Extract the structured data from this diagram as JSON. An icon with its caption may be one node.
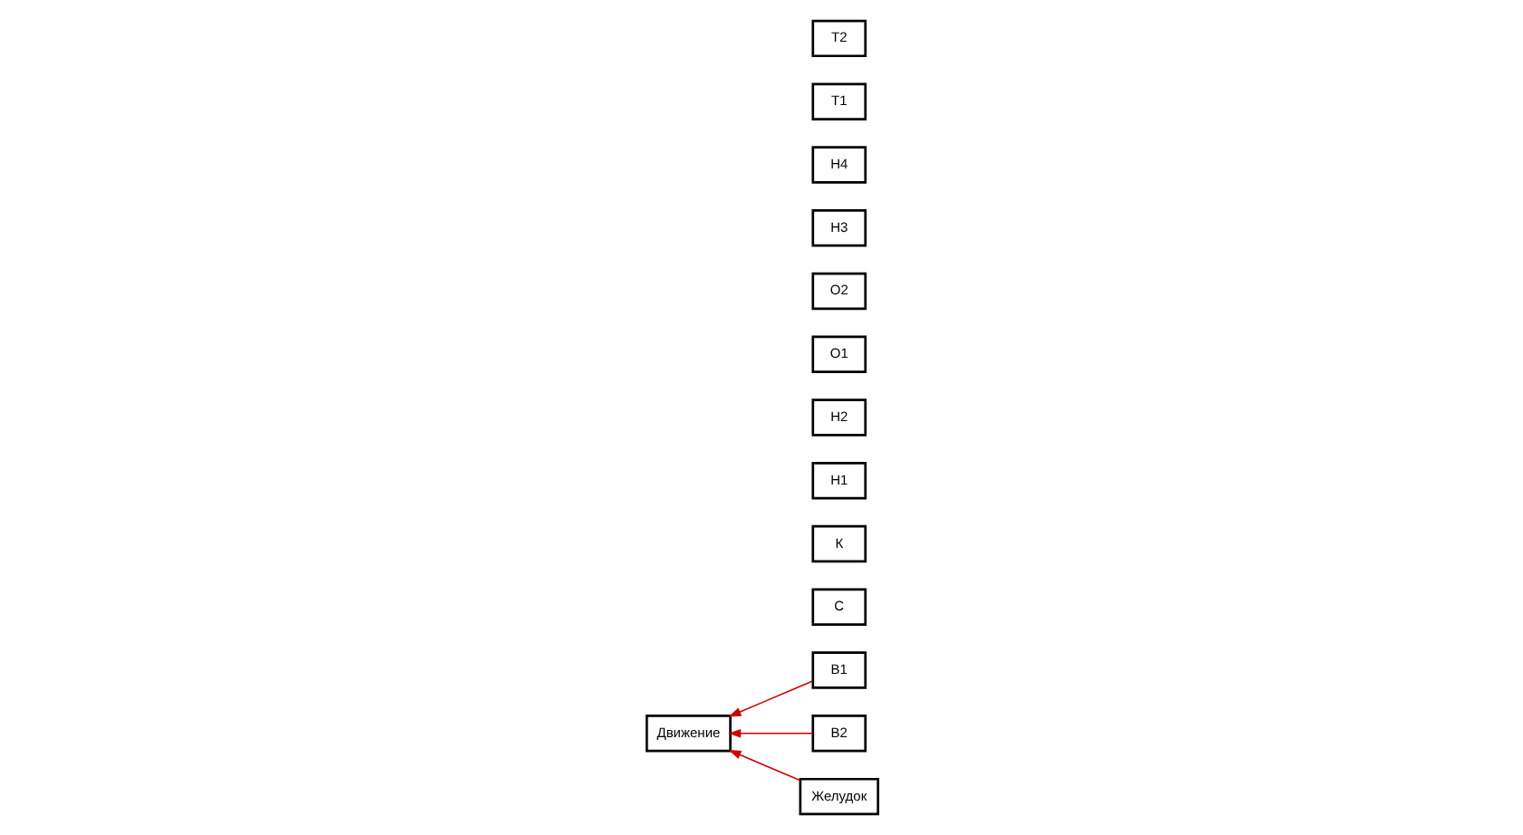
{
  "diagram": {
    "nodes": [
      {
        "text": [
          "Движение"
        ]
      },
      {
        "text": [
          "С"
        ]
      },
      {
        "text": [
          "К"
        ]
      },
      {
        "text": [
          "В1"
        ]
      },
      {
        "text": [
          "Н1"
        ]
      },
      {
        "text": [
          "Н2"
        ]
      },
      {
        "text": [
          "О1"
        ]
      },
      {
        "text": [
          "В2"
        ]
      },
      {
        "text": [
          "О2"
        ]
      },
      {
        "text": [
          "Н3"
        ]
      },
      {
        "text": [
          "Н4"
        ]
      },
      {
        "text": [
          "Т1"
        ]
      },
      {
        "text": [
          "Т2"
        ]
      },
      {
        "text": [
          "Желудок"
        ]
      }
    ],
    "edges": [
      {
        "from": 3,
        "to": 0,
        "arrow": "to"
      },
      {
        "from": 7,
        "to": 0,
        "arrow": "to"
      },
      {
        "from": 13,
        "to": 0,
        "arrow": "to"
      }
    ]
  }
}
